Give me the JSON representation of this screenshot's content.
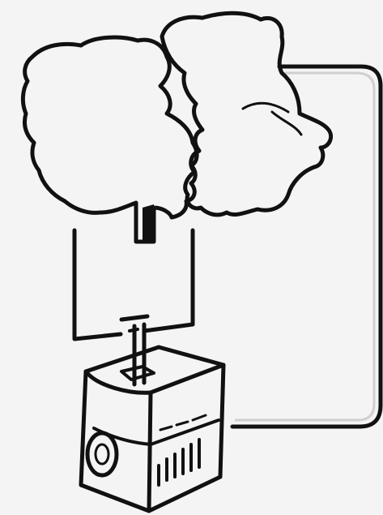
{
  "illustration": {
    "style": "line-drawing",
    "palette": {
      "paper": "#f4f4f4",
      "ink": "#111111",
      "shadow": "#d9d9d9"
    },
    "elements": [
      "back-panel",
      "rear-head-silhouette",
      "front-head-silhouette",
      "face-card",
      "connector-stick",
      "cube-device",
      "side-wheel",
      "front-grille"
    ]
  }
}
